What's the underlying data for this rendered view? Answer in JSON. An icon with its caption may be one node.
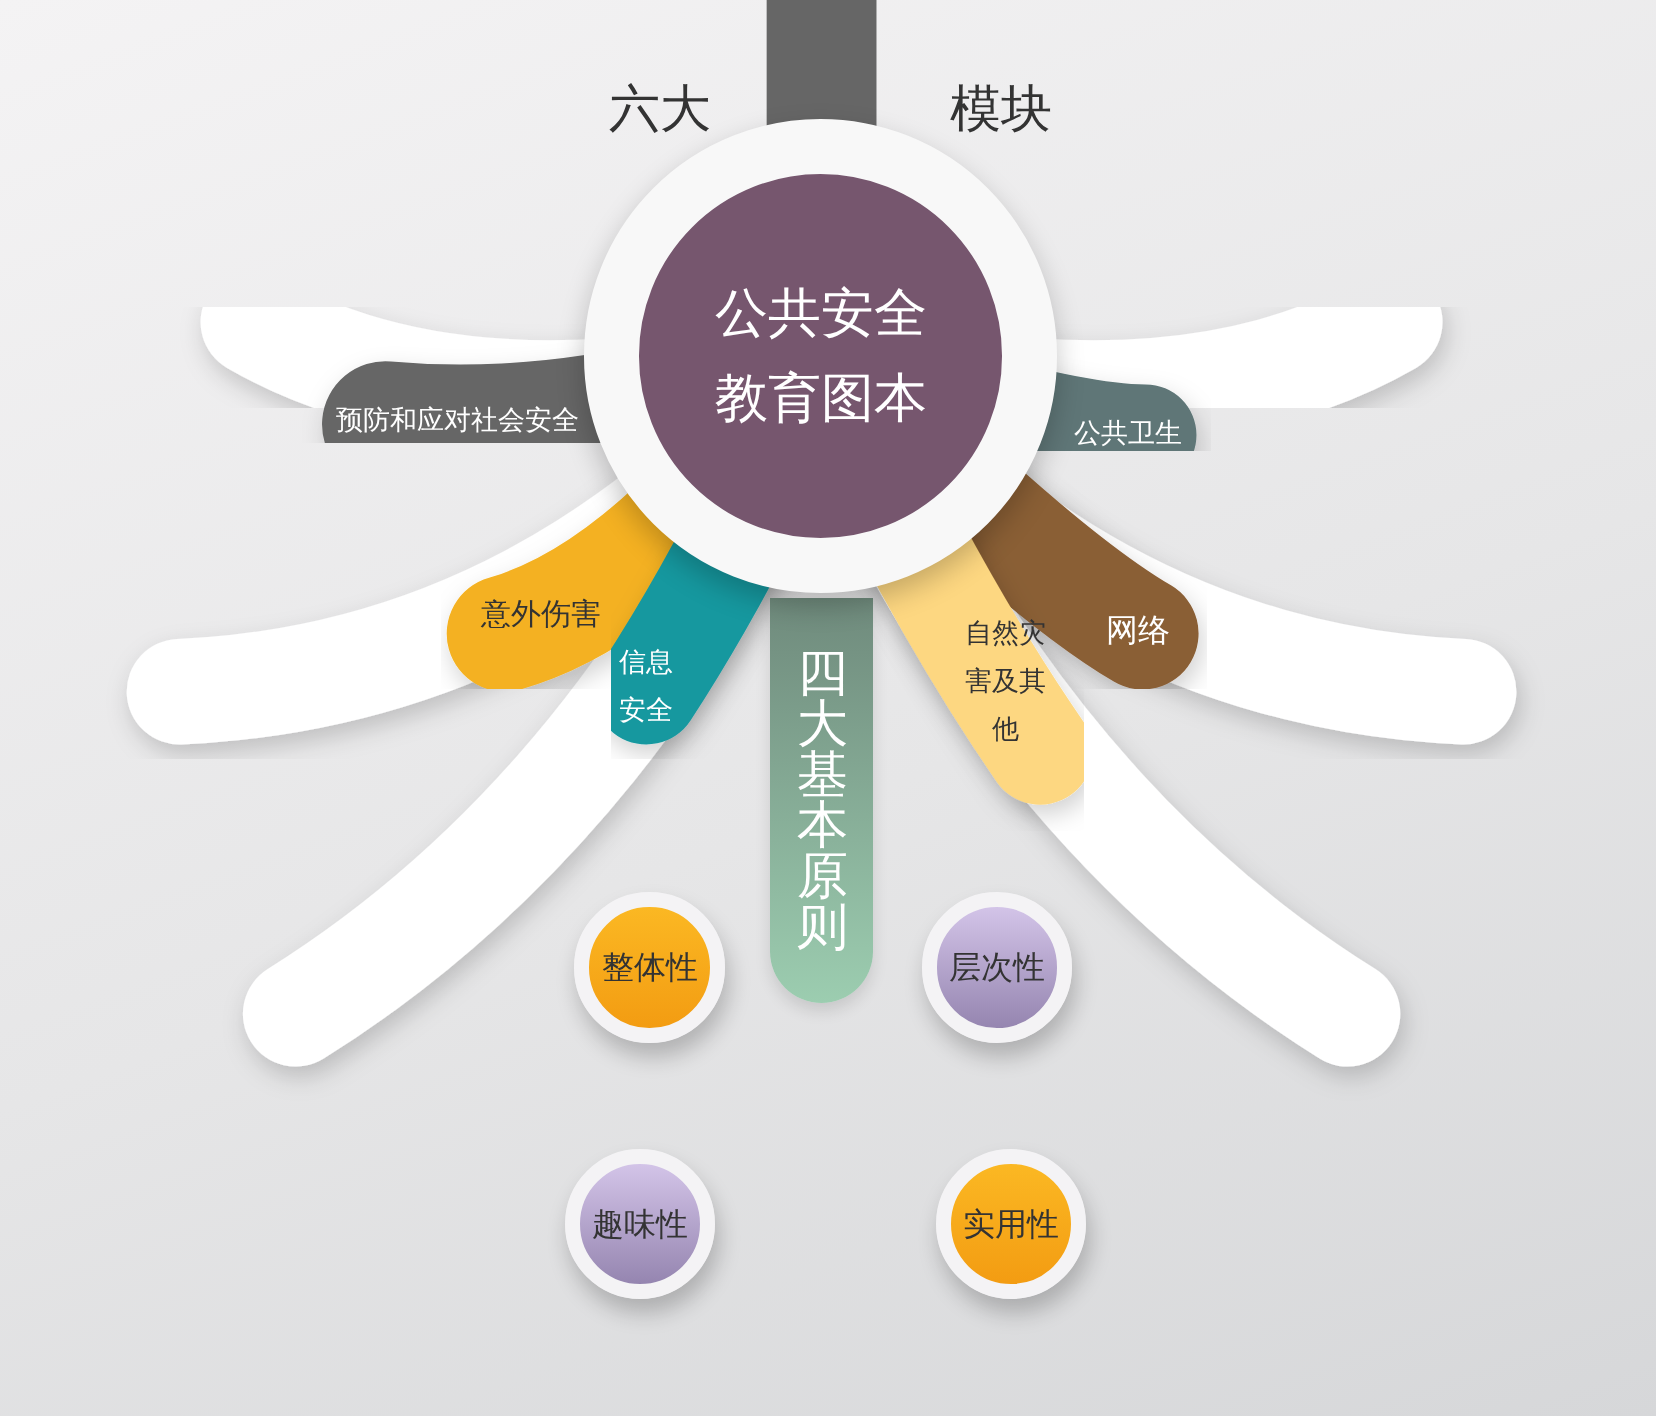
{
  "diagram": {
    "nodes": [
      {
        "text": [
          "公共安全教育图本"
        ]
      },
      {
        "text": [
          "预防和应对社会安全"
        ]
      },
      {
        "text": [
          "公共卫生"
        ]
      },
      {
        "text": [
          "意外伤害"
        ]
      },
      {
        "text": [
          "信息安全"
        ]
      },
      {
        "text": [
          "自然灾害及其他"
        ]
      },
      {
        "text": [
          "网络"
        ]
      },
      {
        "text": [
          "四大基本原则"
        ]
      },
      {
        "text": [
          "整体性"
        ]
      },
      {
        "text": [
          "层次性"
        ]
      },
      {
        "text": [
          "趣味性"
        ]
      },
      {
        "text": [
          "实用性"
        ]
      }
    ],
    "labels": [
      "六大",
      "模块"
    ]
  }
}
